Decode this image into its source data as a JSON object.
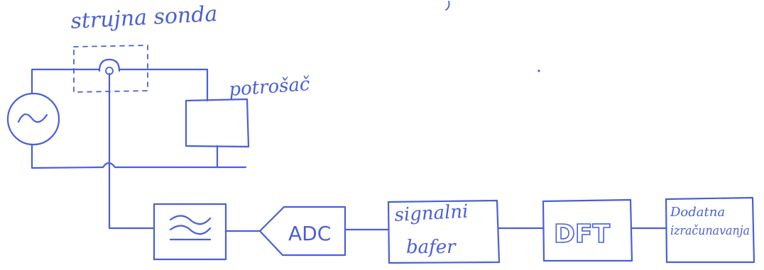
{
  "diagram": {
    "labels": {
      "probe": "strujna sonda",
      "consumer": "potrošač"
    },
    "blocks": {
      "filter": {
        "symbol": "≈"
      },
      "adc": {
        "label": "ADC"
      },
      "buffer": {
        "line1": "signalni",
        "line2": "bafer"
      },
      "dft": {
        "label": "DFT"
      },
      "post": {
        "line1": "Dodatna",
        "line2": "izračunavanja"
      }
    },
    "source": {
      "symbol": "~"
    }
  }
}
